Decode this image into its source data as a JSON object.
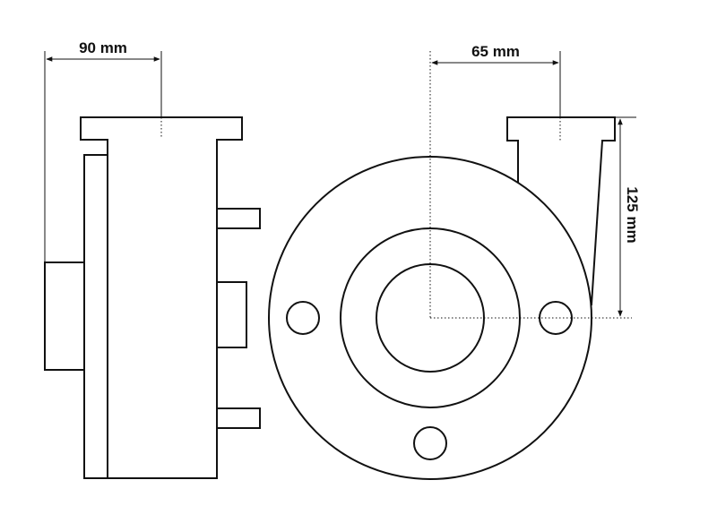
{
  "dimensions": {
    "width_label": "90 mm",
    "offset_label": "65 mm",
    "height_label": "125 mm"
  },
  "colors": {
    "stroke": "#111111",
    "background": "#ffffff"
  }
}
